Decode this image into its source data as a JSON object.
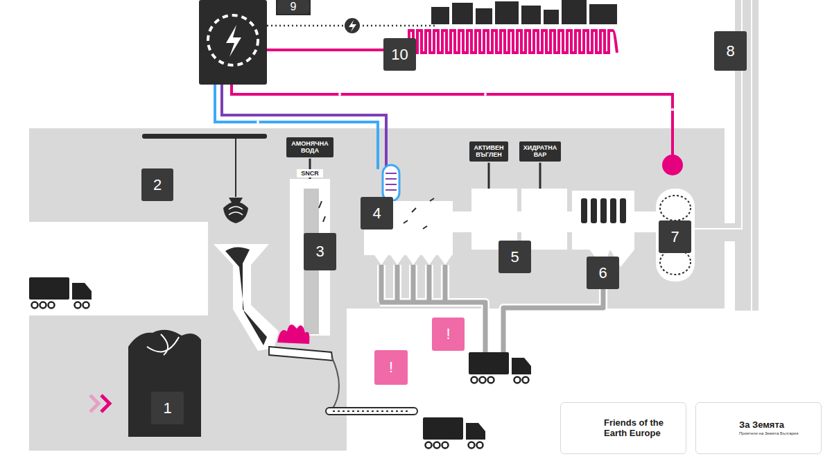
{
  "diagram": {
    "nodes": [
      {
        "text": [
          "АМОНЯЧНА ВОДА"
        ]
      },
      {
        "text": [
          "АКТИВЕН ВЪГЛЕН"
        ]
      },
      {
        "text": [
          "ХИДРАТНА ВАР"
        ]
      },
      {
        "text": [
          "Friends of the Earth Europe"
        ]
      },
      {
        "text": [
          "За Земята",
          "Приятели на Земята България"
        ]
      }
    ],
    "labels": [
      "9",
      "10",
      "8",
      "2",
      "SNCR",
      "4",
      "3",
      "5",
      "6",
      "7",
      "!",
      "!",
      "1"
    ]
  }
}
